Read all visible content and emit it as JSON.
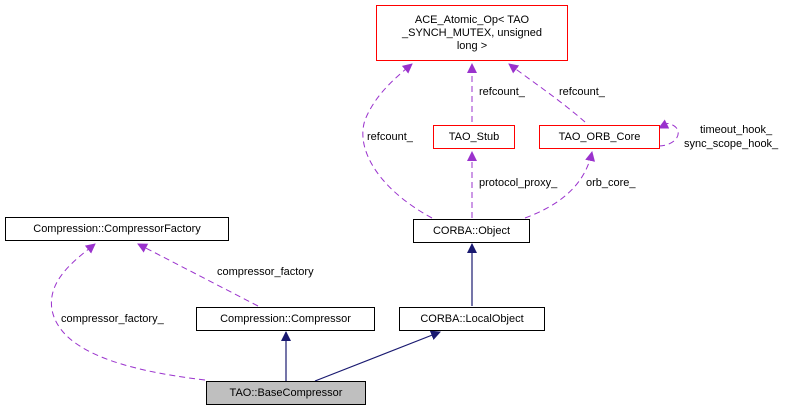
{
  "diagram": {
    "nodes": [
      {
        "id": "ace",
        "label": "ACE_Atomic_Op< TAO\n_SYNCH_MUTEX, unsigned\nlong >",
        "border": "#ff0000"
      },
      {
        "id": "stub",
        "label": "TAO_Stub",
        "border": "#ff0000"
      },
      {
        "id": "orbcore",
        "label": "TAO_ORB_Core",
        "border": "#ff0000"
      },
      {
        "id": "factory",
        "label": "Compression::CompressorFactory",
        "border": "#000000"
      },
      {
        "id": "object",
        "label": "CORBA::Object",
        "border": "#000000"
      },
      {
        "id": "compressor",
        "label": "Compression::Compressor",
        "border": "#000000"
      },
      {
        "id": "localobject",
        "label": "CORBA::LocalObject",
        "border": "#000000"
      },
      {
        "id": "base",
        "label": "TAO::BaseCompressor",
        "border": "#000000",
        "highlighted": true
      }
    ],
    "edge_labels": {
      "stub_refcount": "refcount_",
      "orb_refcount": "refcount_",
      "object_refcount": "refcount_",
      "timeout_hook": "timeout_hook_",
      "sync_scope_hook": "sync_scope_hook_",
      "protocol_proxy": "protocol_proxy_",
      "orb_core": "orb_core_",
      "compressor_factory": "compressor_factory",
      "compressor_factory_": "compressor_factory_"
    },
    "colors": {
      "usage_edge": "#9a32cd",
      "inheritance_edge": "#191970",
      "highlight_fill": "#bfbfbf",
      "external_border": "#ff0000"
    }
  }
}
